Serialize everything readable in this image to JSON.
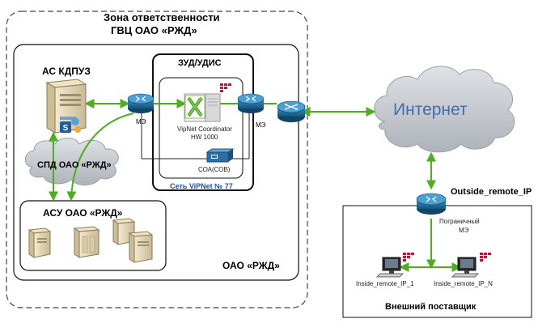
{
  "zone": {
    "title_line1": "Зона ответственности",
    "title_line2": "ГВЦ ОАО «РЖД»"
  },
  "oao": {
    "label": "ОАО «РЖД»"
  },
  "as_kdpuz": {
    "label": "АС КДПУЗ"
  },
  "spd": {
    "label": "СПД ОАО «РЖД»"
  },
  "asu": {
    "label": "АСУ ОАО «РЖД»"
  },
  "zud": {
    "title": "ЗУД/УДИС",
    "coordinator_line1": "VipNet Coordinator",
    "coordinator_line2": "HW 1000",
    "soa": "СОА(СОВ)",
    "network": "Сеть ViPNet № 77"
  },
  "me_left": {
    "label": "МЭ"
  },
  "me_right": {
    "label": "МЭ"
  },
  "internet": {
    "label": "Интернет"
  },
  "outside": {
    "label": "Outside_remote_IP"
  },
  "border_fw": {
    "line1": "Пограничный",
    "line2": "МЭ"
  },
  "client1": {
    "label": "Inside_remote_IP_1"
  },
  "client2": {
    "label": "Inside_remote_IP_N"
  },
  "vendor": {
    "label": "Внешний поставщик"
  },
  "colors": {
    "link_green": "#4caf1f",
    "router_blue": "#1f6e9c",
    "cloud_gray": "#c9cdd3",
    "internet_text": "#3f6fb0",
    "network_text": "#1f4fa8"
  }
}
